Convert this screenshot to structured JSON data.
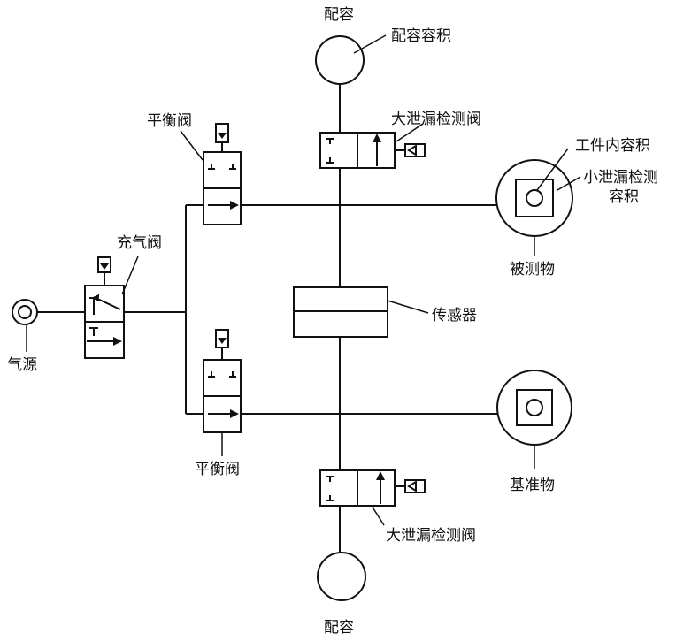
{
  "labels": {
    "top_tank": "配容",
    "top_tank_volume": "配容容积",
    "large_leak_valve_top": "大泄漏检测阀",
    "balance_valve_top": "平衡阀",
    "workpiece_volume": "工件内容积",
    "small_leak_volume_line1": "小泄漏检测",
    "small_leak_volume_line2": "容积",
    "fill_valve": "充气阀",
    "measured_object": "被测物",
    "air_source": "气源",
    "sensor": "传感器",
    "balance_valve_bottom": "平衡阀",
    "reference_object": "基准物",
    "large_leak_valve_bottom": "大泄漏检测阀",
    "bottom_tank": "配容"
  }
}
